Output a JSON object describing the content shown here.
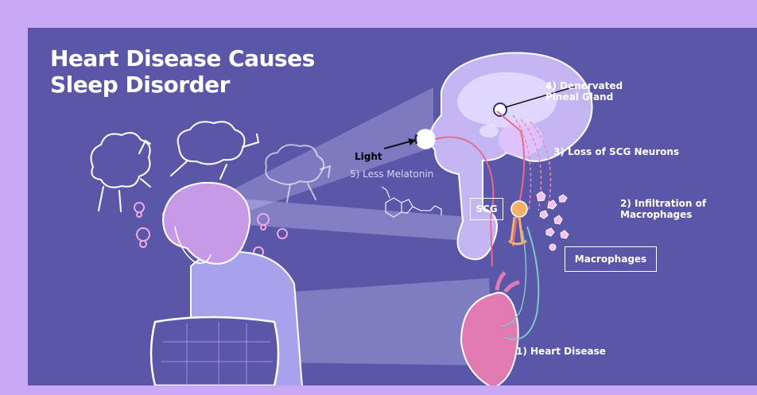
{
  "title": {
    "line1": "Heart Disease Causes",
    "line2": "Sleep Disorder"
  },
  "labels": {
    "step1": "1)  Heart Disease",
    "step2_line1": "2)  Infiltration of",
    "step2_line2": "Macrophages",
    "step3": "3)  Loss of SCG Neurons",
    "step4_line1": "4)  Denervated",
    "step4_line2": "Pineal Gland",
    "step5": "5)  Less Melatonin",
    "light": "Light",
    "scg": "SCG",
    "macrophages": "Macrophages"
  },
  "colors": {
    "frame": "#c8a8f4",
    "panel": "#5a56a8",
    "brain": "#c3b6f2",
    "heart": "#e07ab0",
    "nerve": "#e86a8e",
    "ganglion": "#f7b26a"
  }
}
